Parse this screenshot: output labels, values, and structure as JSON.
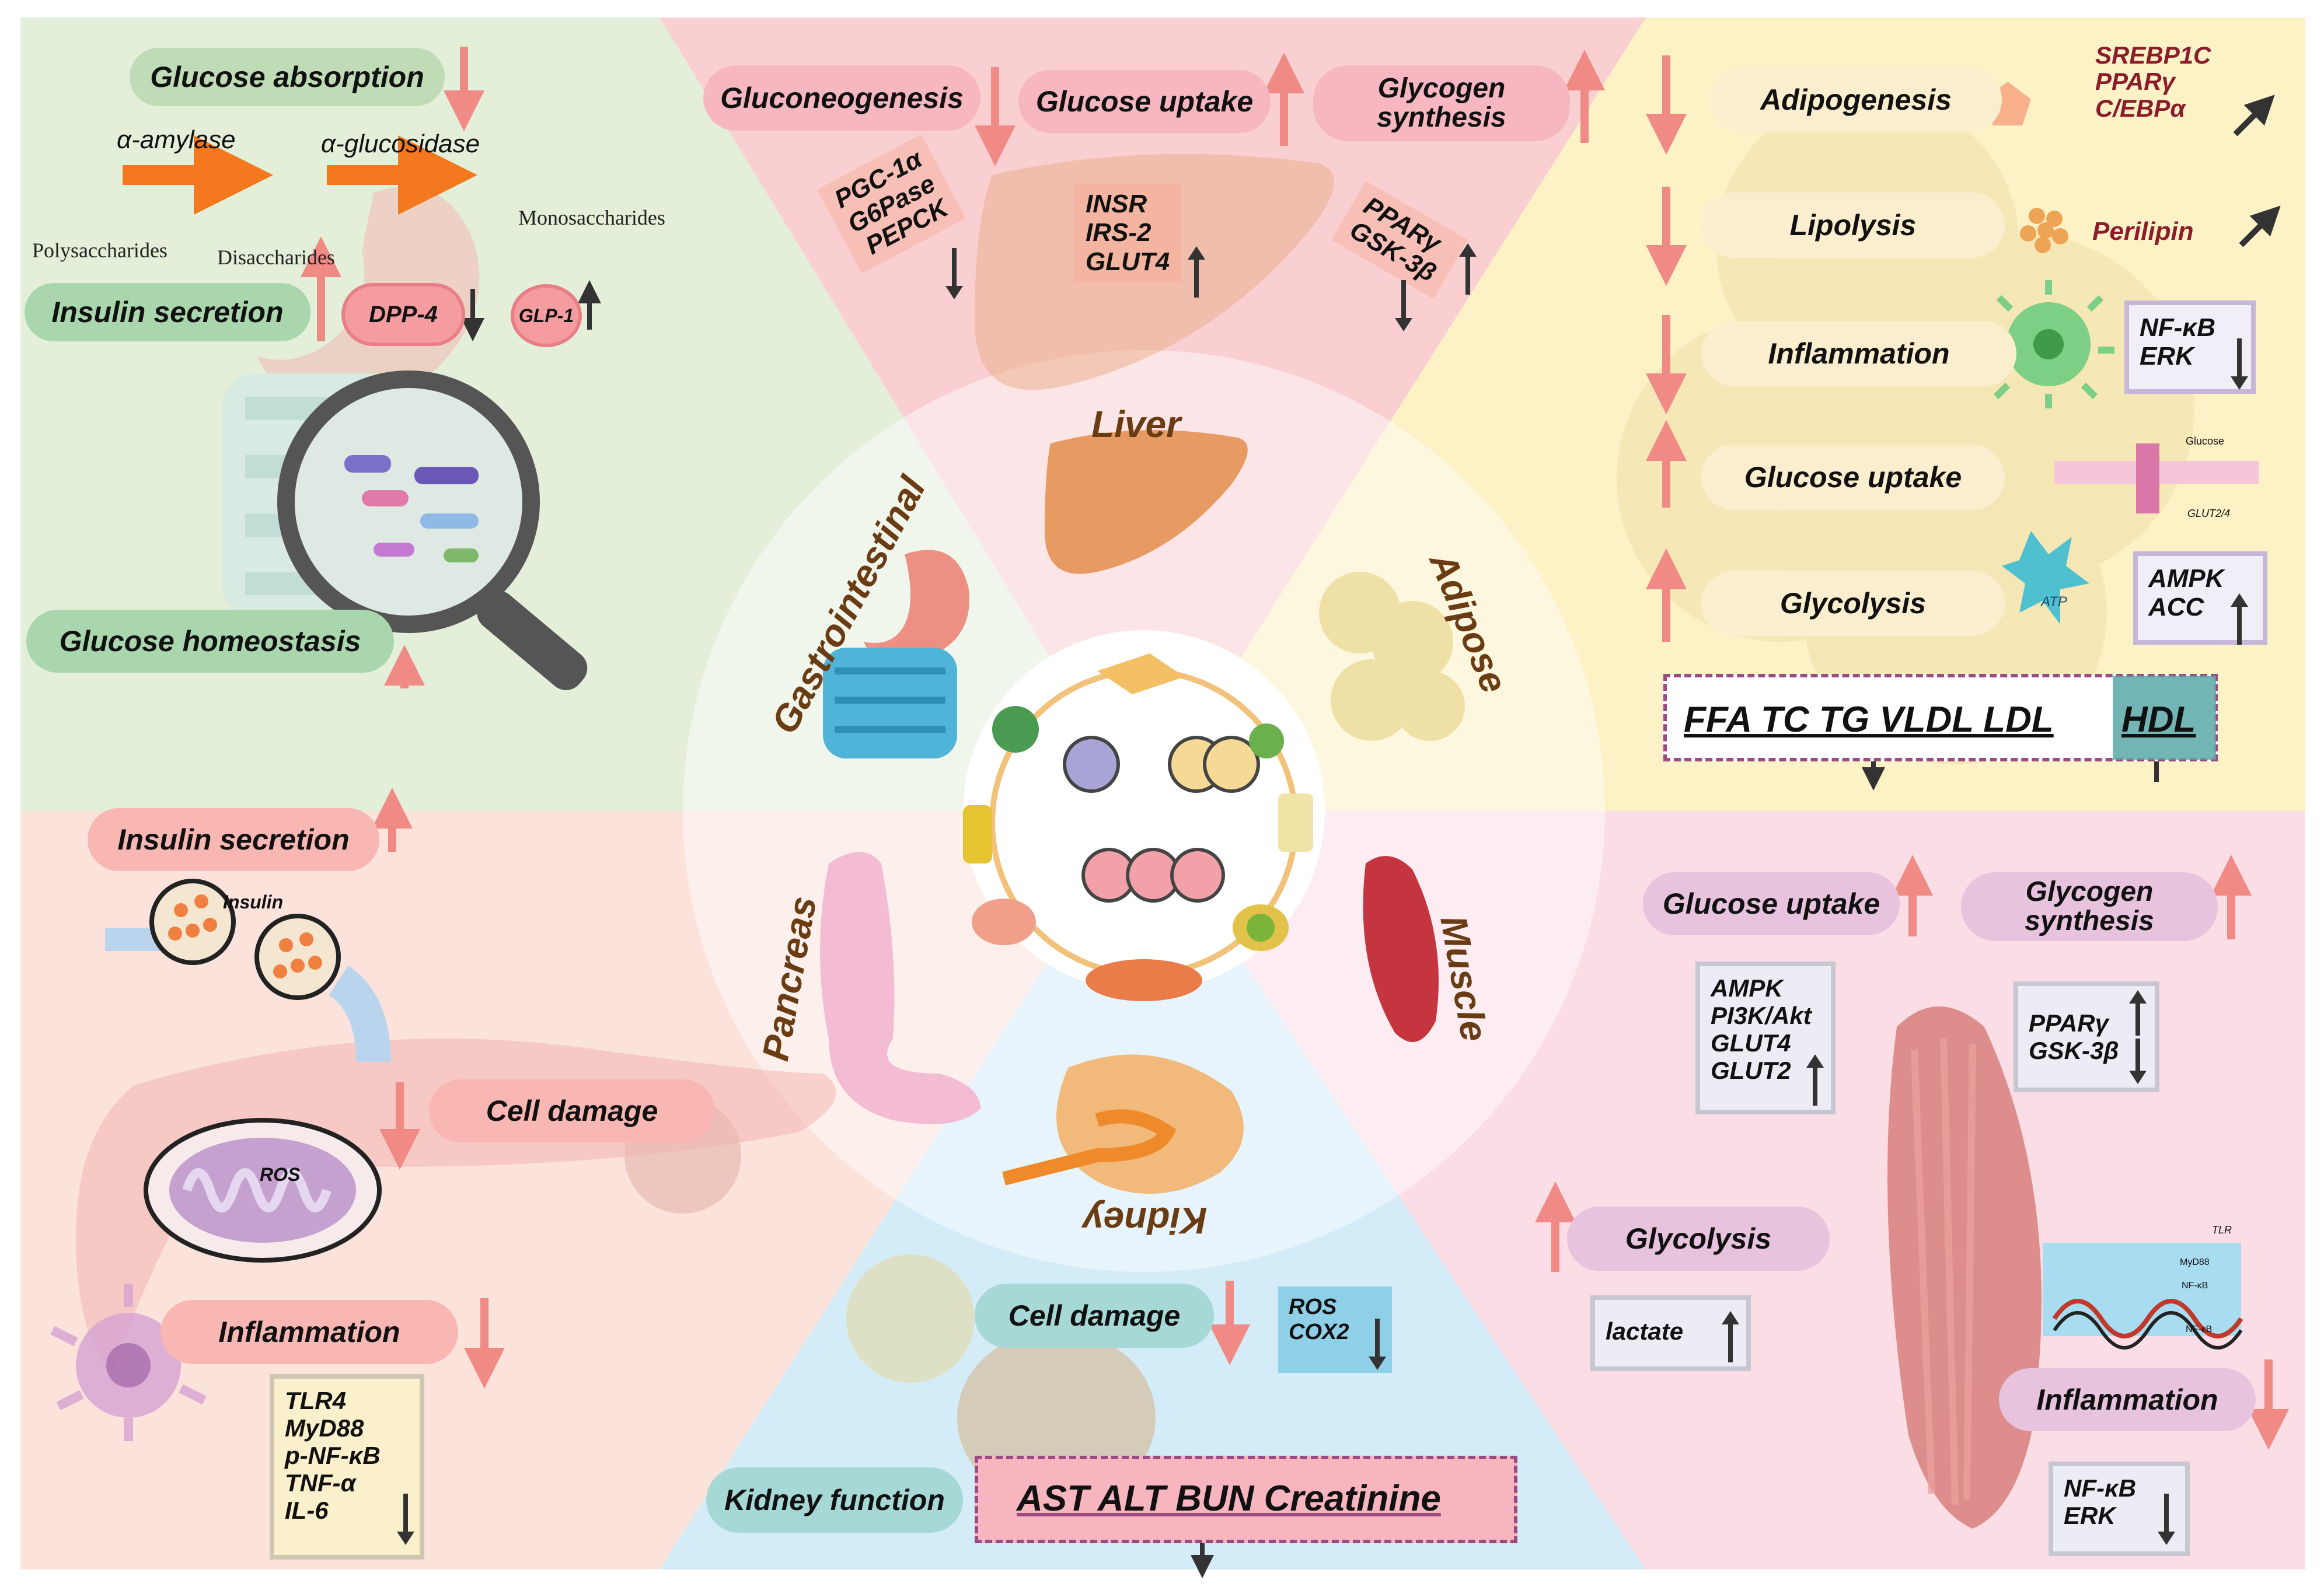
{
  "colors": {
    "gi_bg": "#e4efda",
    "liver_bg": "#f9cfd2",
    "adipose_bg": "#fdf1c6",
    "pancreas_bg": "#fbe3dc",
    "kidney_bg": "#d4ecf8",
    "muscle_bg": "#fbdde6",
    "up_arrow": "#f08a85",
    "down_small": "#333333"
  },
  "gi": {
    "glucose_absorption": "Glucose absorption",
    "alpha_amylase": "α-amylase",
    "alpha_glucosidase": "α-glucosidase",
    "polysaccharides": "Polysaccharides",
    "disaccharides": "Disaccharides",
    "monosaccharides": "Monosaccharides",
    "insulin_secretion": "Insulin secretion",
    "dpp4": "DPP-4",
    "glp1": "GLP-1",
    "glucose_homeostasis": "Glucose homeostasis"
  },
  "liver": {
    "gluconeogenesis": "Gluconeogenesis",
    "glucose_uptake": "Glucose uptake",
    "glycogen_synthesis": "Glycogen synthesis",
    "box1": [
      "PGC-1α",
      "G6Pase",
      "PEPCK"
    ],
    "box2": [
      "INSR",
      "IRS-2",
      "GLUT4"
    ],
    "box3": [
      "PPARγ",
      "GSK-3β"
    ]
  },
  "adipose": {
    "adipogenesis": "Adipogenesis",
    "srebp": [
      "SREBP1C",
      "PPARγ",
      "C/EBPα"
    ],
    "lipolysis": "Lipolysis",
    "perilipin": "Perilipin",
    "inflammation": "Inflammation",
    "nfkb_box": [
      "NF-κB",
      "ERK"
    ],
    "glucose_uptake": "Glucose uptake",
    "glucose_small": "Glucose",
    "glut24": "GLUT2/4",
    "glycolysis": "Glycolysis",
    "atp": "ATP",
    "ampk_box": [
      "AMPK",
      "ACC"
    ],
    "lipids_down": "FFA TC TG VLDL LDL",
    "lipids_up": "HDL"
  },
  "center": {
    "liver": "Liver",
    "gastrointestinal": "Gastrointestinal",
    "adipose": "Adipose",
    "pancreas": "Pancreas",
    "muscle": "Muscle",
    "kidney": "Kidney"
  },
  "pancreas": {
    "insulin_secretion": "Insulin secretion",
    "insulin": "Insulin",
    "cell_damage": "Cell damage",
    "ros": "ROS",
    "inflammation": "Inflammation",
    "box": [
      "TLR4",
      "MyD88",
      "p-NF-κB",
      "TNF-α",
      "IL-6"
    ]
  },
  "kidney": {
    "cell_damage": "Cell damage",
    "ros_box": [
      "ROS",
      "COX2"
    ],
    "kidney_function": "Kidney function",
    "markers": "AST ALT BUN Creatinine"
  },
  "muscle": {
    "glucose_uptake": "Glucose uptake",
    "glycogen_synthesis": "Glycogen synthesis",
    "box1": [
      "AMPK",
      "PI3K/Akt",
      "GLUT4",
      "GLUT2"
    ],
    "box2": [
      "PPARγ",
      "GSK-3β"
    ],
    "glycolysis": "Glycolysis",
    "lactate": "lactate",
    "tlr": "TLR",
    "myd88": "MyD88",
    "nfkb1": "NF-κB",
    "nfkb2": "NF-κB",
    "inflammation": "Inflammation",
    "box3": [
      "NF-κB",
      "ERK"
    ]
  }
}
